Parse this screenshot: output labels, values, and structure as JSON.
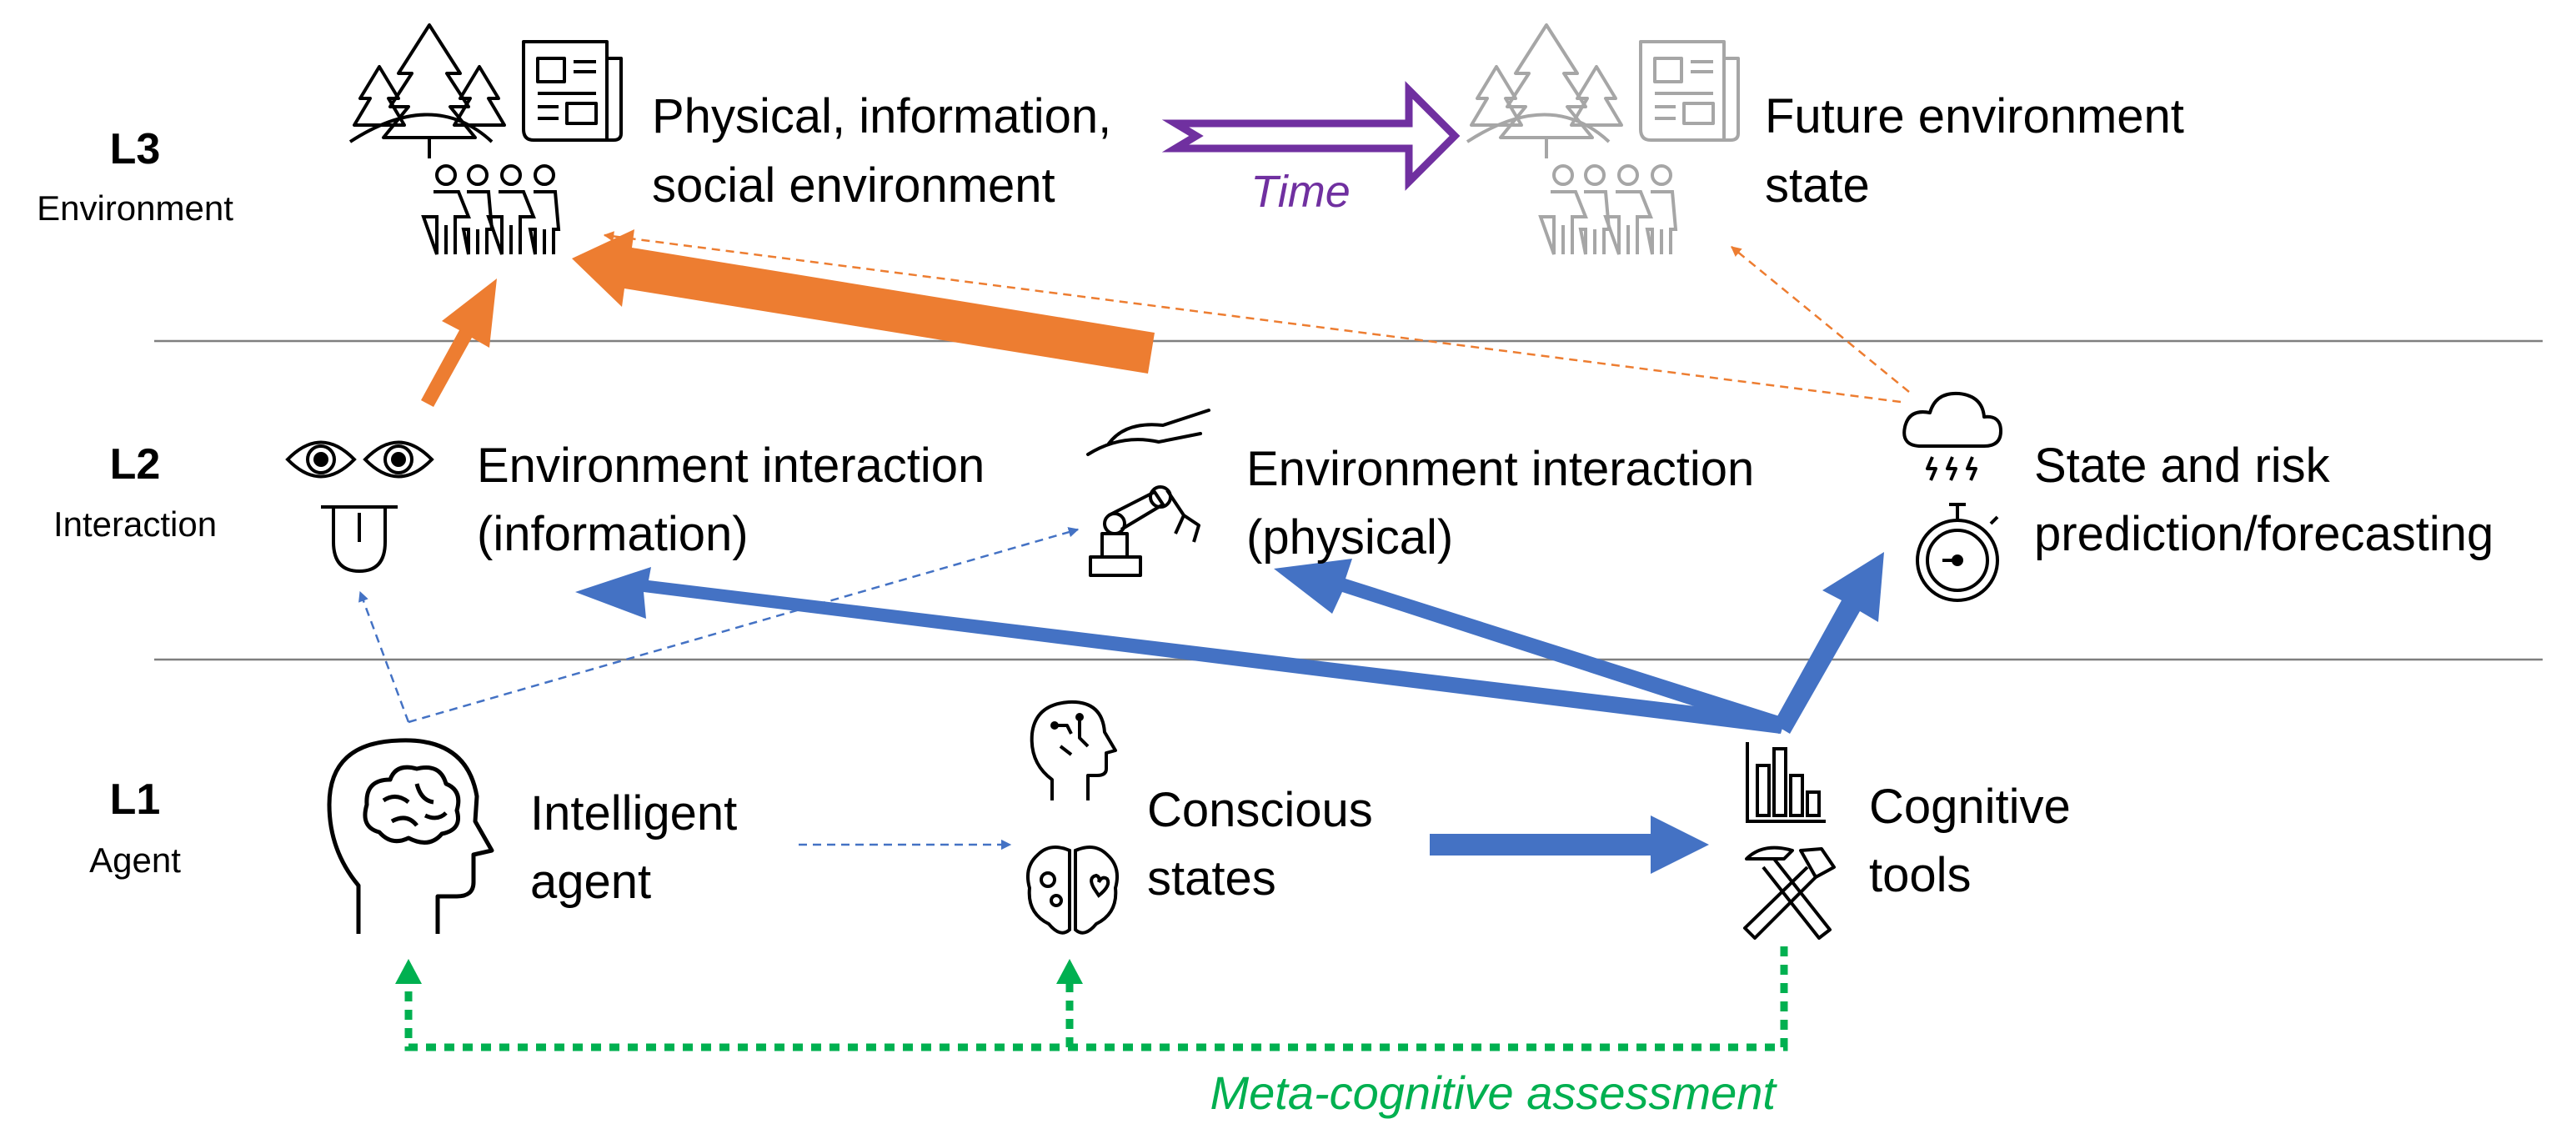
{
  "levels": [
    {
      "code": "L3",
      "name": "Environment"
    },
    {
      "code": "L2",
      "name": "Interaction"
    },
    {
      "code": "L1",
      "name": "Agent"
    }
  ],
  "nodes": {
    "env_now": {
      "line1": "Physical, information,",
      "line2": "social environment"
    },
    "env_future": {
      "line1": "Future environment",
      "line2": "state"
    },
    "interaction_info": {
      "line1": "Environment interaction",
      "line2": "(information)"
    },
    "interaction_phys": {
      "line1": "Environment interaction",
      "line2": "(physical)"
    },
    "prediction": {
      "line1": "State and risk",
      "line2": "prediction/forecasting"
    },
    "agent": {
      "line1": "Intelligent",
      "line2": "agent"
    },
    "conscious": {
      "line1": "Conscious",
      "line2": "states"
    },
    "tools": {
      "line1": "Cognitive",
      "line2": "tools"
    }
  },
  "labels": {
    "time": "Time",
    "meta": "Meta-cognitive assessment"
  },
  "colors": {
    "orange": "#ED7D31",
    "blue": "#4472C4",
    "green": "#00B050",
    "purple": "#7030A0",
    "gray_icon": "#A6A6A6",
    "divider": "#7F7F7F"
  },
  "icons": {
    "env_now": [
      "forest-icon",
      "newspaper-icon",
      "people-group-icon"
    ],
    "env_future": [
      "forest-icon",
      "newspaper-icon",
      "people-group-icon"
    ],
    "interaction_info": [
      "eyes-icon",
      "tongue-icon"
    ],
    "interaction_phys": [
      "hand-icon",
      "robot-arm-icon"
    ],
    "prediction": [
      "storm-cloud-icon",
      "stopwatch-icon"
    ],
    "agent": [
      "brain-head-icon"
    ],
    "conscious": [
      "circuit-head-icon",
      "brain-emotion-icon"
    ],
    "tools": [
      "bar-chart-icon",
      "hammer-pick-icon"
    ]
  }
}
